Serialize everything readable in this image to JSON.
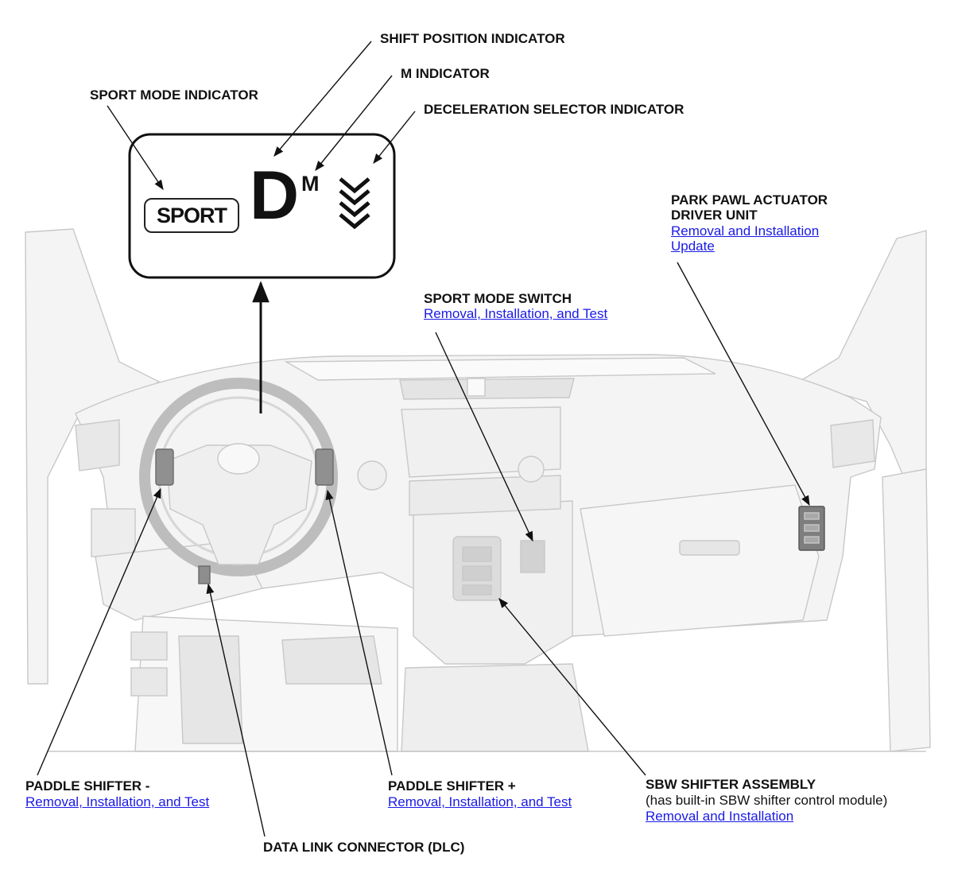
{
  "indicator_panel": {
    "sport_text": "SPORT",
    "shift_position": "D",
    "m_text": "M"
  },
  "labels": {
    "shift_position_indicator": "SHIFT POSITION INDICATOR",
    "m_indicator": "M INDICATOR",
    "sport_mode_indicator": "SPORT MODE INDICATOR",
    "deceleration_selector_indicator": "DECELERATION SELECTOR INDICATOR",
    "park_pawl_title_1": "PARK PAWL ACTUATOR",
    "park_pawl_title_2": "DRIVER UNIT",
    "park_pawl_link_1": "Removal and Installation",
    "park_pawl_link_2": "Update",
    "sport_mode_switch": "SPORT MODE SWITCH",
    "sport_mode_switch_link": "Removal, Installation, and Test",
    "paddle_minus": "PADDLE SHIFTER -",
    "paddle_minus_link": "Removal, Installation, and Test",
    "paddle_plus": "PADDLE SHIFTER +",
    "paddle_plus_link": "Removal, Installation, and Test",
    "sbw_title": "SBW SHIFTER ASSEMBLY",
    "sbw_note": "(has built-in SBW shifter control module)",
    "sbw_link": "Removal and Installation",
    "dlc": "DATA LINK CONNECTOR (DLC)"
  },
  "colors": {
    "link": "#1a1ae6",
    "text": "#111111",
    "illustration": "#cfcfcf"
  }
}
